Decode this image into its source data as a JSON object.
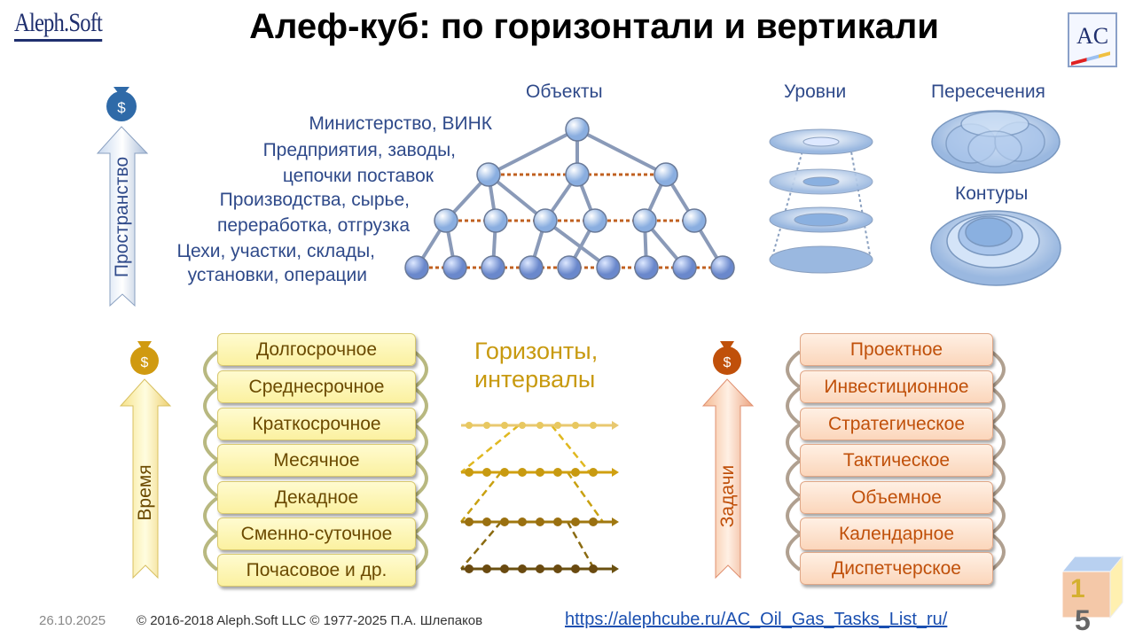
{
  "header": {
    "logo": "Aleph.Soft",
    "title": "Алеф-куб: по горизонтали и вертикали",
    "cube_logo": "AC"
  },
  "space": {
    "axis": "Пространство",
    "headings": {
      "objects": "Объекты",
      "levels": "Уровни",
      "intersections": "Пересечения",
      "contours": "Контуры"
    },
    "labels": [
      "Министерство, ВИНК",
      "Предприятия, заводы,",
      "цепочки поставок",
      "Производства, сырье,",
      "переработка, отгрузка",
      "Цехи, участки, склады,",
      "установки, операции"
    ]
  },
  "time": {
    "axis": "Время",
    "items": [
      "Долгосрочное",
      "Среднесрочное",
      "Краткосрочное",
      "Месячное",
      "Декадное",
      "Сменно-суточное",
      "Почасовое и др."
    ]
  },
  "horizons": {
    "line1": "Горизонты,",
    "line2": "интервалы"
  },
  "tasks": {
    "axis": "Задачи",
    "items": [
      "Проектное",
      "Инвестиционное",
      "Стратегическое",
      "Тактическое",
      "Объемное",
      "Календарное",
      "Диспетчерское"
    ]
  },
  "footer": {
    "date": "26.10.2025",
    "copyright": "© 2016-2018 Aleph.Soft LLC © 1977-2025 П.А. Шлепаков",
    "link": "https://alephcube.ru/AC_Oil_Gas_Tasks_List_ru/",
    "page_top": "1",
    "page_bottom": "5"
  },
  "colors": {
    "blue": "#2f4a8a",
    "gold": "#c89a10",
    "orange": "#c0500a"
  }
}
